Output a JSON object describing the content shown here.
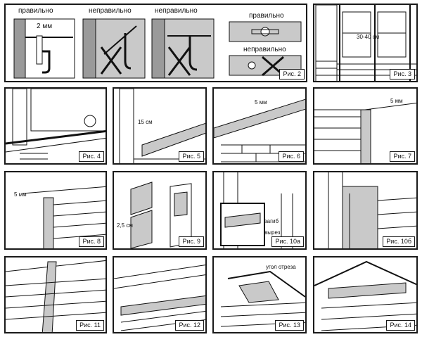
{
  "panels": {
    "p2": {
      "caption": "Рис. 2",
      "correct_left": "правильно",
      "wrong_1": "неправильно",
      "wrong_2": "неправильно",
      "gap": "2 мм",
      "correct_right": "правильно",
      "wrong_right": "неправильно"
    },
    "p3": {
      "caption": "Рис. 3",
      "spacing": "30-40 см"
    },
    "p4": {
      "caption": "Рис. 4"
    },
    "p5": {
      "caption": "Рис. 5",
      "dim": "15 см"
    },
    "p6": {
      "caption": "Рис. 6",
      "dim": "5 мм"
    },
    "p7": {
      "caption": "Рис. 7",
      "dim": "5 мм"
    },
    "p8": {
      "caption": "Рис. 8",
      "dim": "5 мм"
    },
    "p9": {
      "caption": "Рис. 9",
      "dim": "2,5 см"
    },
    "p10a": {
      "caption": "Рис. 10а",
      "bend": "загиб",
      "cut": "вырез"
    },
    "p10b": {
      "caption": "Рис. 10б"
    },
    "p11": {
      "caption": "Рис. 11"
    },
    "p12": {
      "caption": "Рис. 12"
    },
    "p13": {
      "caption": "Рис. 13",
      "cut_angle": "угол отреза"
    },
    "p14": {
      "caption": "Рис. 14"
    }
  },
  "colors": {
    "ink": "#1a1a1a",
    "gray": "#a9a9a9",
    "light": "#d4d4d4"
  }
}
